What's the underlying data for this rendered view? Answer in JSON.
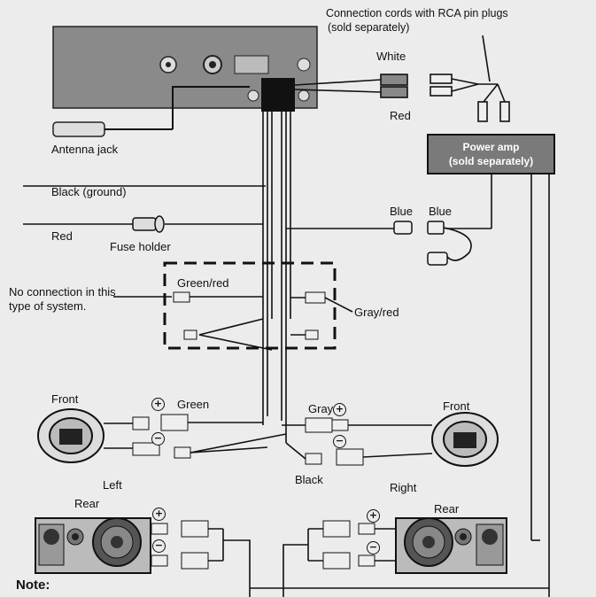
{
  "labels": {
    "rca_cords": "Connection cords with RCA pin plugs",
    "rca_sold": "(sold separately)",
    "white": "White",
    "red_top": "Red",
    "antenna": "Antenna jack",
    "black_ground": "Black (ground)",
    "red": "Red",
    "fuse": "Fuse holder",
    "blue1": "Blue",
    "blue2": "Blue",
    "no_conn_1": "No connection in this",
    "no_conn_2": "type of system.",
    "green_red": "Green/red",
    "gray_red": "Gray/red",
    "front_left": "Front",
    "green": "Green",
    "gray": "Gray",
    "front_right": "Front",
    "left": "Left",
    "black": "Black",
    "right": "Right",
    "rear_left": "Rear",
    "rear_right": "Rear",
    "note": "Note:"
  },
  "power_amp": {
    "line1": "Power amp",
    "line2": "(sold separately)"
  },
  "symbols": {
    "plus": "+",
    "minus": "−"
  },
  "colors": {
    "unit": "#8a8a8a",
    "amp": "#7a7a7a",
    "wire": "#111111",
    "bg": "#ececec"
  }
}
